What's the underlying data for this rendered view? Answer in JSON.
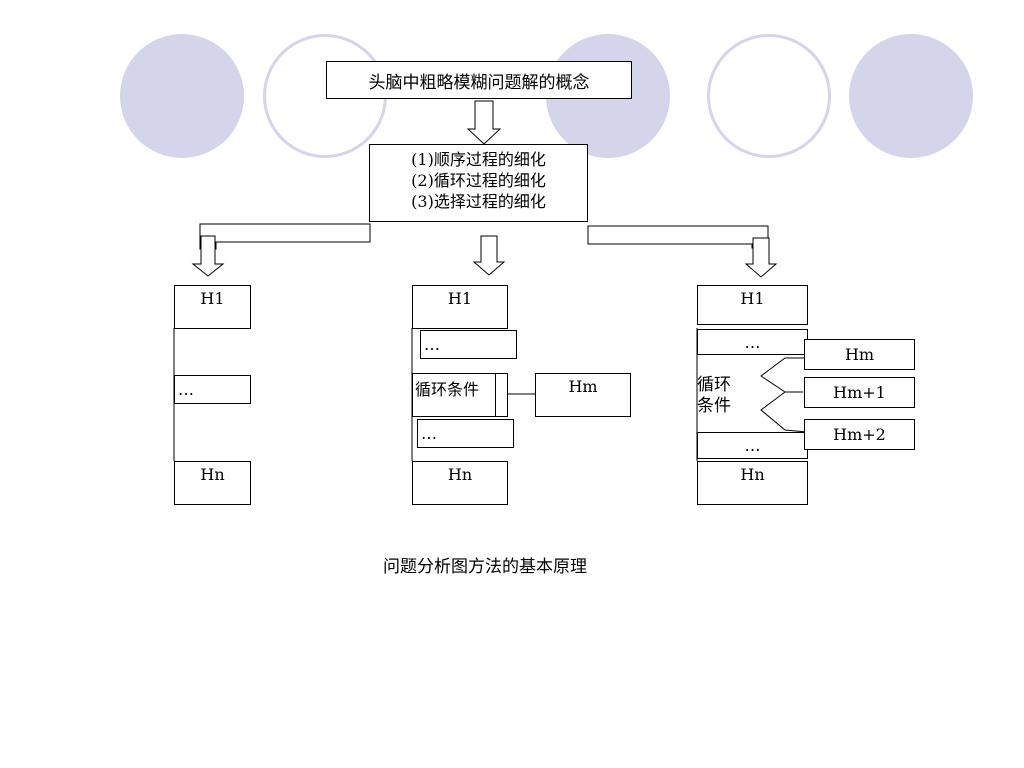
{
  "decor": {
    "circle_fill": "#d4d4ea",
    "line_color": "#000000"
  },
  "diagram": {
    "top_concept": "头脑中粗略模糊问题解的概念",
    "refinements": [
      "(1)顺序过程的细化",
      "(2)循环过程的细化",
      "(3)选择过程的细化"
    ],
    "left": {
      "first": "H1",
      "middle": "…",
      "last": "Hn"
    },
    "center": {
      "first": "H1",
      "dots_top": "…",
      "loop_label": "循环条件",
      "loop_body": "Hm",
      "dots_bottom": "…",
      "last": "Hn"
    },
    "right": {
      "first": "H1",
      "dots_top": "…",
      "cond_line1": "循环",
      "cond_line2": "条件",
      "options": [
        "Hm",
        "Hm+1",
        "Hm+2"
      ],
      "dots_bottom": "…",
      "last": "Hn"
    }
  },
  "caption": "问题分析图方法的基本原理"
}
